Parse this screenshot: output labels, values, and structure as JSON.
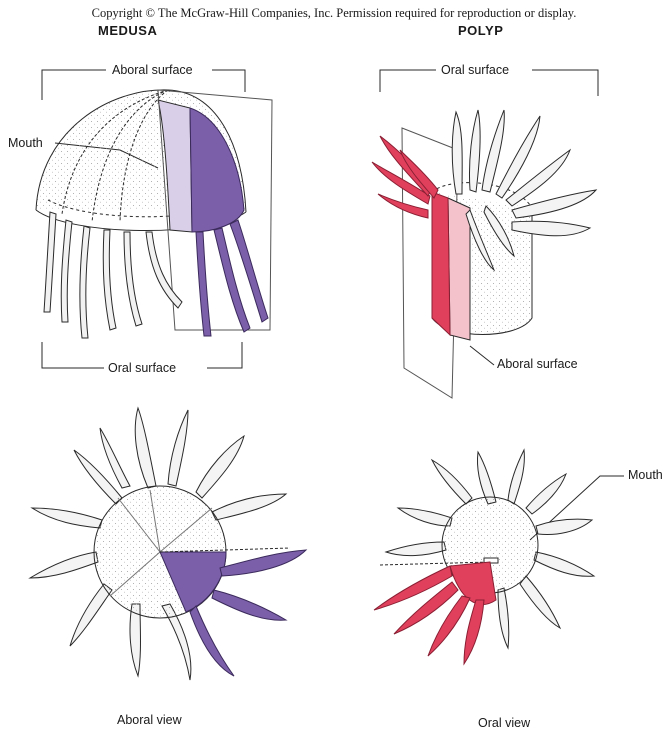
{
  "header": {
    "copyright": "Copyright © The McGraw-Hill Companies, Inc. Permission required for reproduction or display."
  },
  "medusa": {
    "title": "MEDUSA",
    "aboral_surface": "Aboral surface",
    "mouth": "Mouth",
    "oral_surface": "Oral surface",
    "view_label": "Aboral view"
  },
  "polyp": {
    "title": "POLYP",
    "oral_surface": "Oral surface",
    "aboral_surface": "Aboral surface",
    "mouth": "Mouth",
    "view_label": "Oral view"
  },
  "colors": {
    "medusa_section": "#7b5fa8",
    "medusa_section_light": "#d9cfe8",
    "polyp_section": "#e0405c",
    "polyp_section_light": "#f3c2cb",
    "line": "#2a2a2a"
  }
}
